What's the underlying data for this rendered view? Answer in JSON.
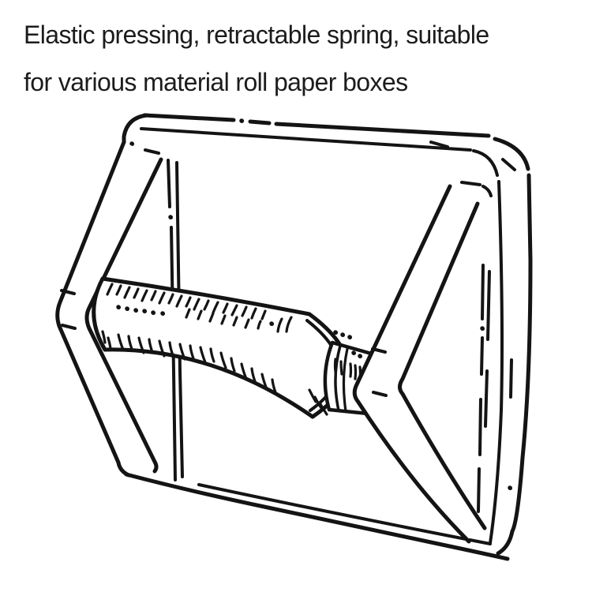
{
  "page": {
    "background": "#ffffff"
  },
  "caption": {
    "line1": "Elastic pressing, retractable spring, suitable",
    "line2": "for various material roll paper boxes",
    "color": "#1c1c1c"
  },
  "illustration": {
    "description": "Hand-drawn line illustration of a recessed wall-mounted roll paper holder: rounded square wall plate, two chevron support arms, spring-loaded paper roller with retractable spindle",
    "ink_color": "#141414",
    "parts": [
      "wall-plate",
      "left-support-arm",
      "paper-roller",
      "spring-spindle",
      "right-support-arm"
    ]
  }
}
